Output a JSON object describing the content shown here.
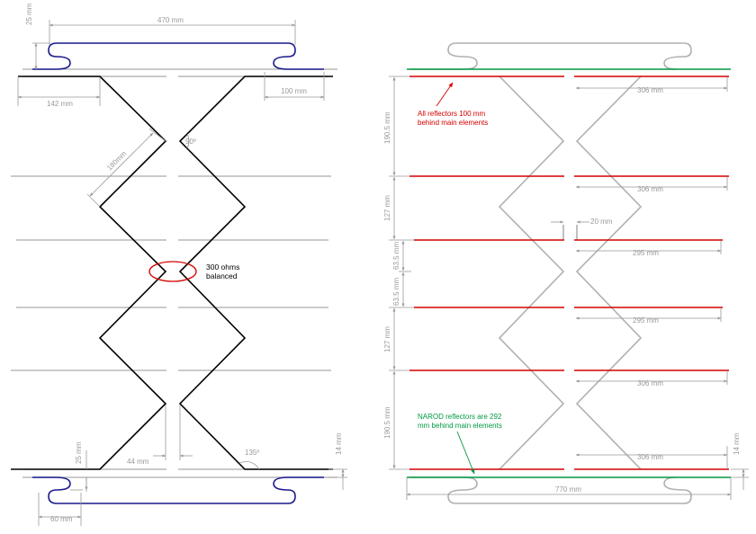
{
  "colors": {
    "element": "#000000",
    "reflector_lines": "#aaaaaa",
    "feed_loop": "#1a1a8c",
    "reflector_red": "#d40000",
    "narod_green": "#009944",
    "highlight_ellipse": "#d40000",
    "dimension": "#999999"
  },
  "left_panel": {
    "dims": {
      "loop_width": "470 mm",
      "loop_offset": "25 mm",
      "end_segment": "142 mm",
      "loop_end": "100 mm",
      "diagonal": "180mm",
      "angle_top": "90º",
      "angle_bottom": "135º",
      "gap": "44 mm",
      "bottom_offset": "25 mm",
      "bottom_height": "14 mm",
      "bottom_loop": "60 mm"
    },
    "feed_label_line1": "300 ohms",
    "feed_label_line2": "balanced"
  },
  "right_panel": {
    "dims": {
      "r1": "306 mm",
      "r2": "306 mm",
      "r3": "295 mm",
      "r4": "295 mm",
      "r5": "306 mm",
      "r6": "306 mm",
      "gap": "20 mm",
      "v1": "190.5 mm",
      "v2": "127 mm",
      "v3": "63.5 mm",
      "v4": "63.5 mm",
      "v5": "127 mm",
      "v6": "190.5 mm",
      "height_right": "14 mm",
      "total_width": "770 mm"
    },
    "note_red_line1": "All reflectors 100 mm",
    "note_red_line2": "behind main elements",
    "note_green_line1": "NAROD reflectors are 292",
    "note_green_line2": "mm behind main elements"
  }
}
